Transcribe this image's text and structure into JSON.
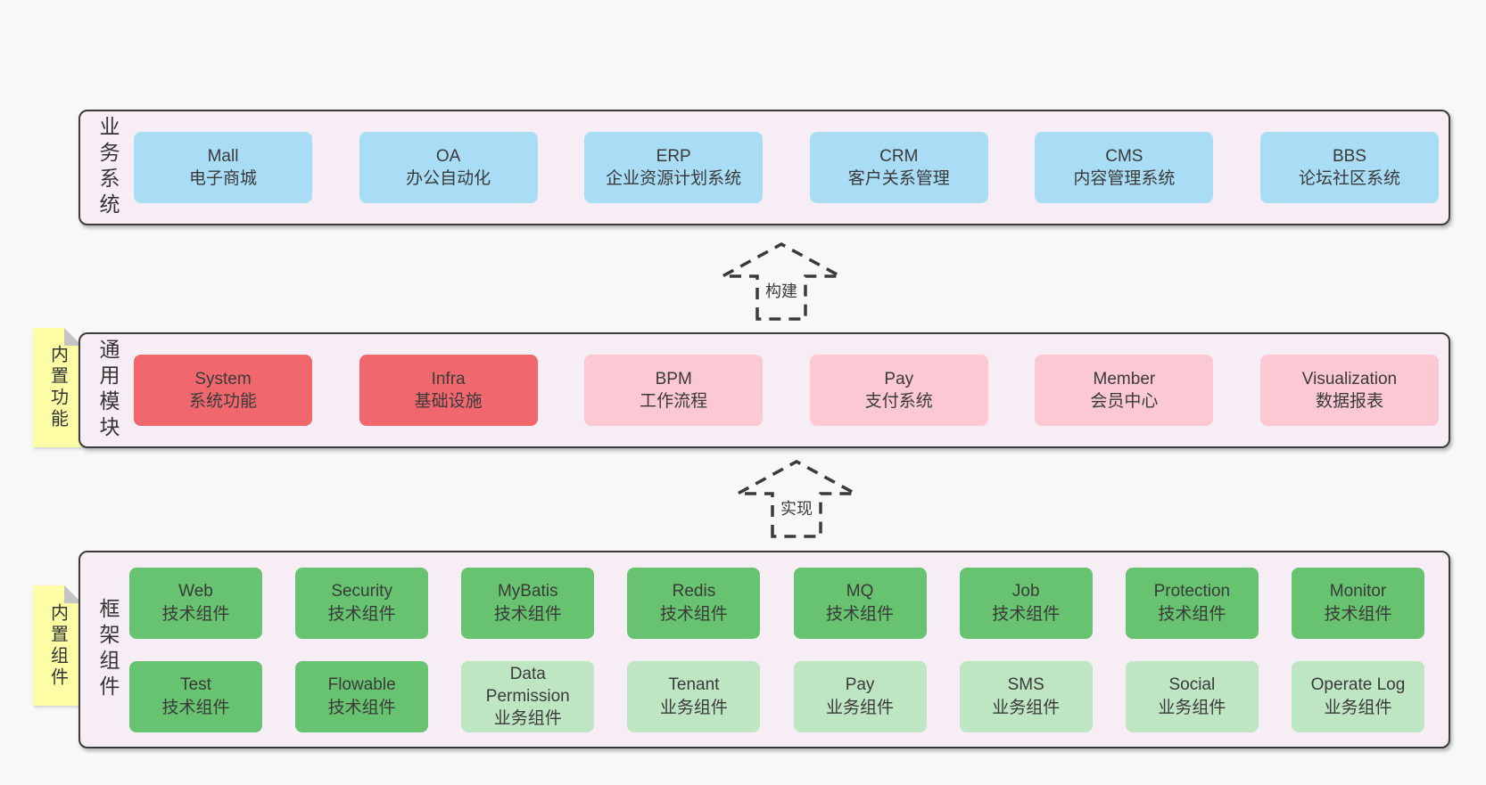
{
  "colors": {
    "page_bg": "#f8f8f8",
    "band_bg": "#f7edf5",
    "band_border": "#3b3b3b",
    "blue": "#a9dcf5",
    "red": "#f0686e",
    "pink": "#fbc8d3",
    "green_dark": "#67c36f",
    "green_light": "#bfe6c3",
    "sticky_yellow": "#fcfda5",
    "sticky_fold": "#c4c4c4",
    "text": "#3a3a3a"
  },
  "arrows": [
    {
      "label": "构建"
    },
    {
      "label": "实现"
    }
  ],
  "bands": {
    "business": {
      "label": "业务系统",
      "boxes": [
        {
          "title": "Mall",
          "subtitle": "电子商城",
          "variant": "blue"
        },
        {
          "title": "OA",
          "subtitle": "办公自动化",
          "variant": "blue"
        },
        {
          "title": "ERP",
          "subtitle": "企业资源计划系统",
          "variant": "blue"
        },
        {
          "title": "CRM",
          "subtitle": "客户关系管理",
          "variant": "blue"
        },
        {
          "title": "CMS",
          "subtitle": "内容管理系统",
          "variant": "blue"
        },
        {
          "title": "BBS",
          "subtitle": "论坛社区系统",
          "variant": "blue"
        }
      ]
    },
    "modules": {
      "label": "通用模块",
      "sticky": "内置功能",
      "boxes": [
        {
          "title": "System",
          "subtitle": "系统功能",
          "variant": "red"
        },
        {
          "title": "Infra",
          "subtitle": "基础设施",
          "variant": "red"
        },
        {
          "title": "BPM",
          "subtitle": "工作流程",
          "variant": "pink"
        },
        {
          "title": "Pay",
          "subtitle": "支付系统",
          "variant": "pink"
        },
        {
          "title": "Member",
          "subtitle": "会员中心",
          "variant": "pink"
        },
        {
          "title": "Visualization",
          "subtitle": "数据报表",
          "variant": "pink"
        }
      ]
    },
    "components": {
      "label": "框架组件",
      "sticky": "内置组件",
      "rows": [
        [
          {
            "title": "Web",
            "subtitle": "技术组件",
            "variant": "green-dark"
          },
          {
            "title": "Security",
            "subtitle": "技术组件",
            "variant": "green-dark"
          },
          {
            "title": "MyBatis",
            "subtitle": "技术组件",
            "variant": "green-dark"
          },
          {
            "title": "Redis",
            "subtitle": "技术组件",
            "variant": "green-dark"
          },
          {
            "title": "MQ",
            "subtitle": "技术组件",
            "variant": "green-dark"
          },
          {
            "title": "Job",
            "subtitle": "技术组件",
            "variant": "green-dark"
          },
          {
            "title": "Protection",
            "subtitle": "技术组件",
            "variant": "green-dark"
          },
          {
            "title": "Monitor",
            "subtitle": "技术组件",
            "variant": "green-dark"
          }
        ],
        [
          {
            "title": "Test",
            "subtitle": "技术组件",
            "variant": "green-dark"
          },
          {
            "title": "Flowable",
            "subtitle": "技术组件",
            "variant": "green-dark"
          },
          {
            "title": "Data Permission",
            "subtitle": "业务组件",
            "variant": "green-light"
          },
          {
            "title": "Tenant",
            "subtitle": "业务组件",
            "variant": "green-light"
          },
          {
            "title": "Pay",
            "subtitle": "业务组件",
            "variant": "green-light"
          },
          {
            "title": "SMS",
            "subtitle": "业务组件",
            "variant": "green-light"
          },
          {
            "title": "Social",
            "subtitle": "业务组件",
            "variant": "green-light"
          },
          {
            "title": "Operate Log",
            "subtitle": "业务组件",
            "variant": "green-light"
          }
        ]
      ]
    }
  }
}
